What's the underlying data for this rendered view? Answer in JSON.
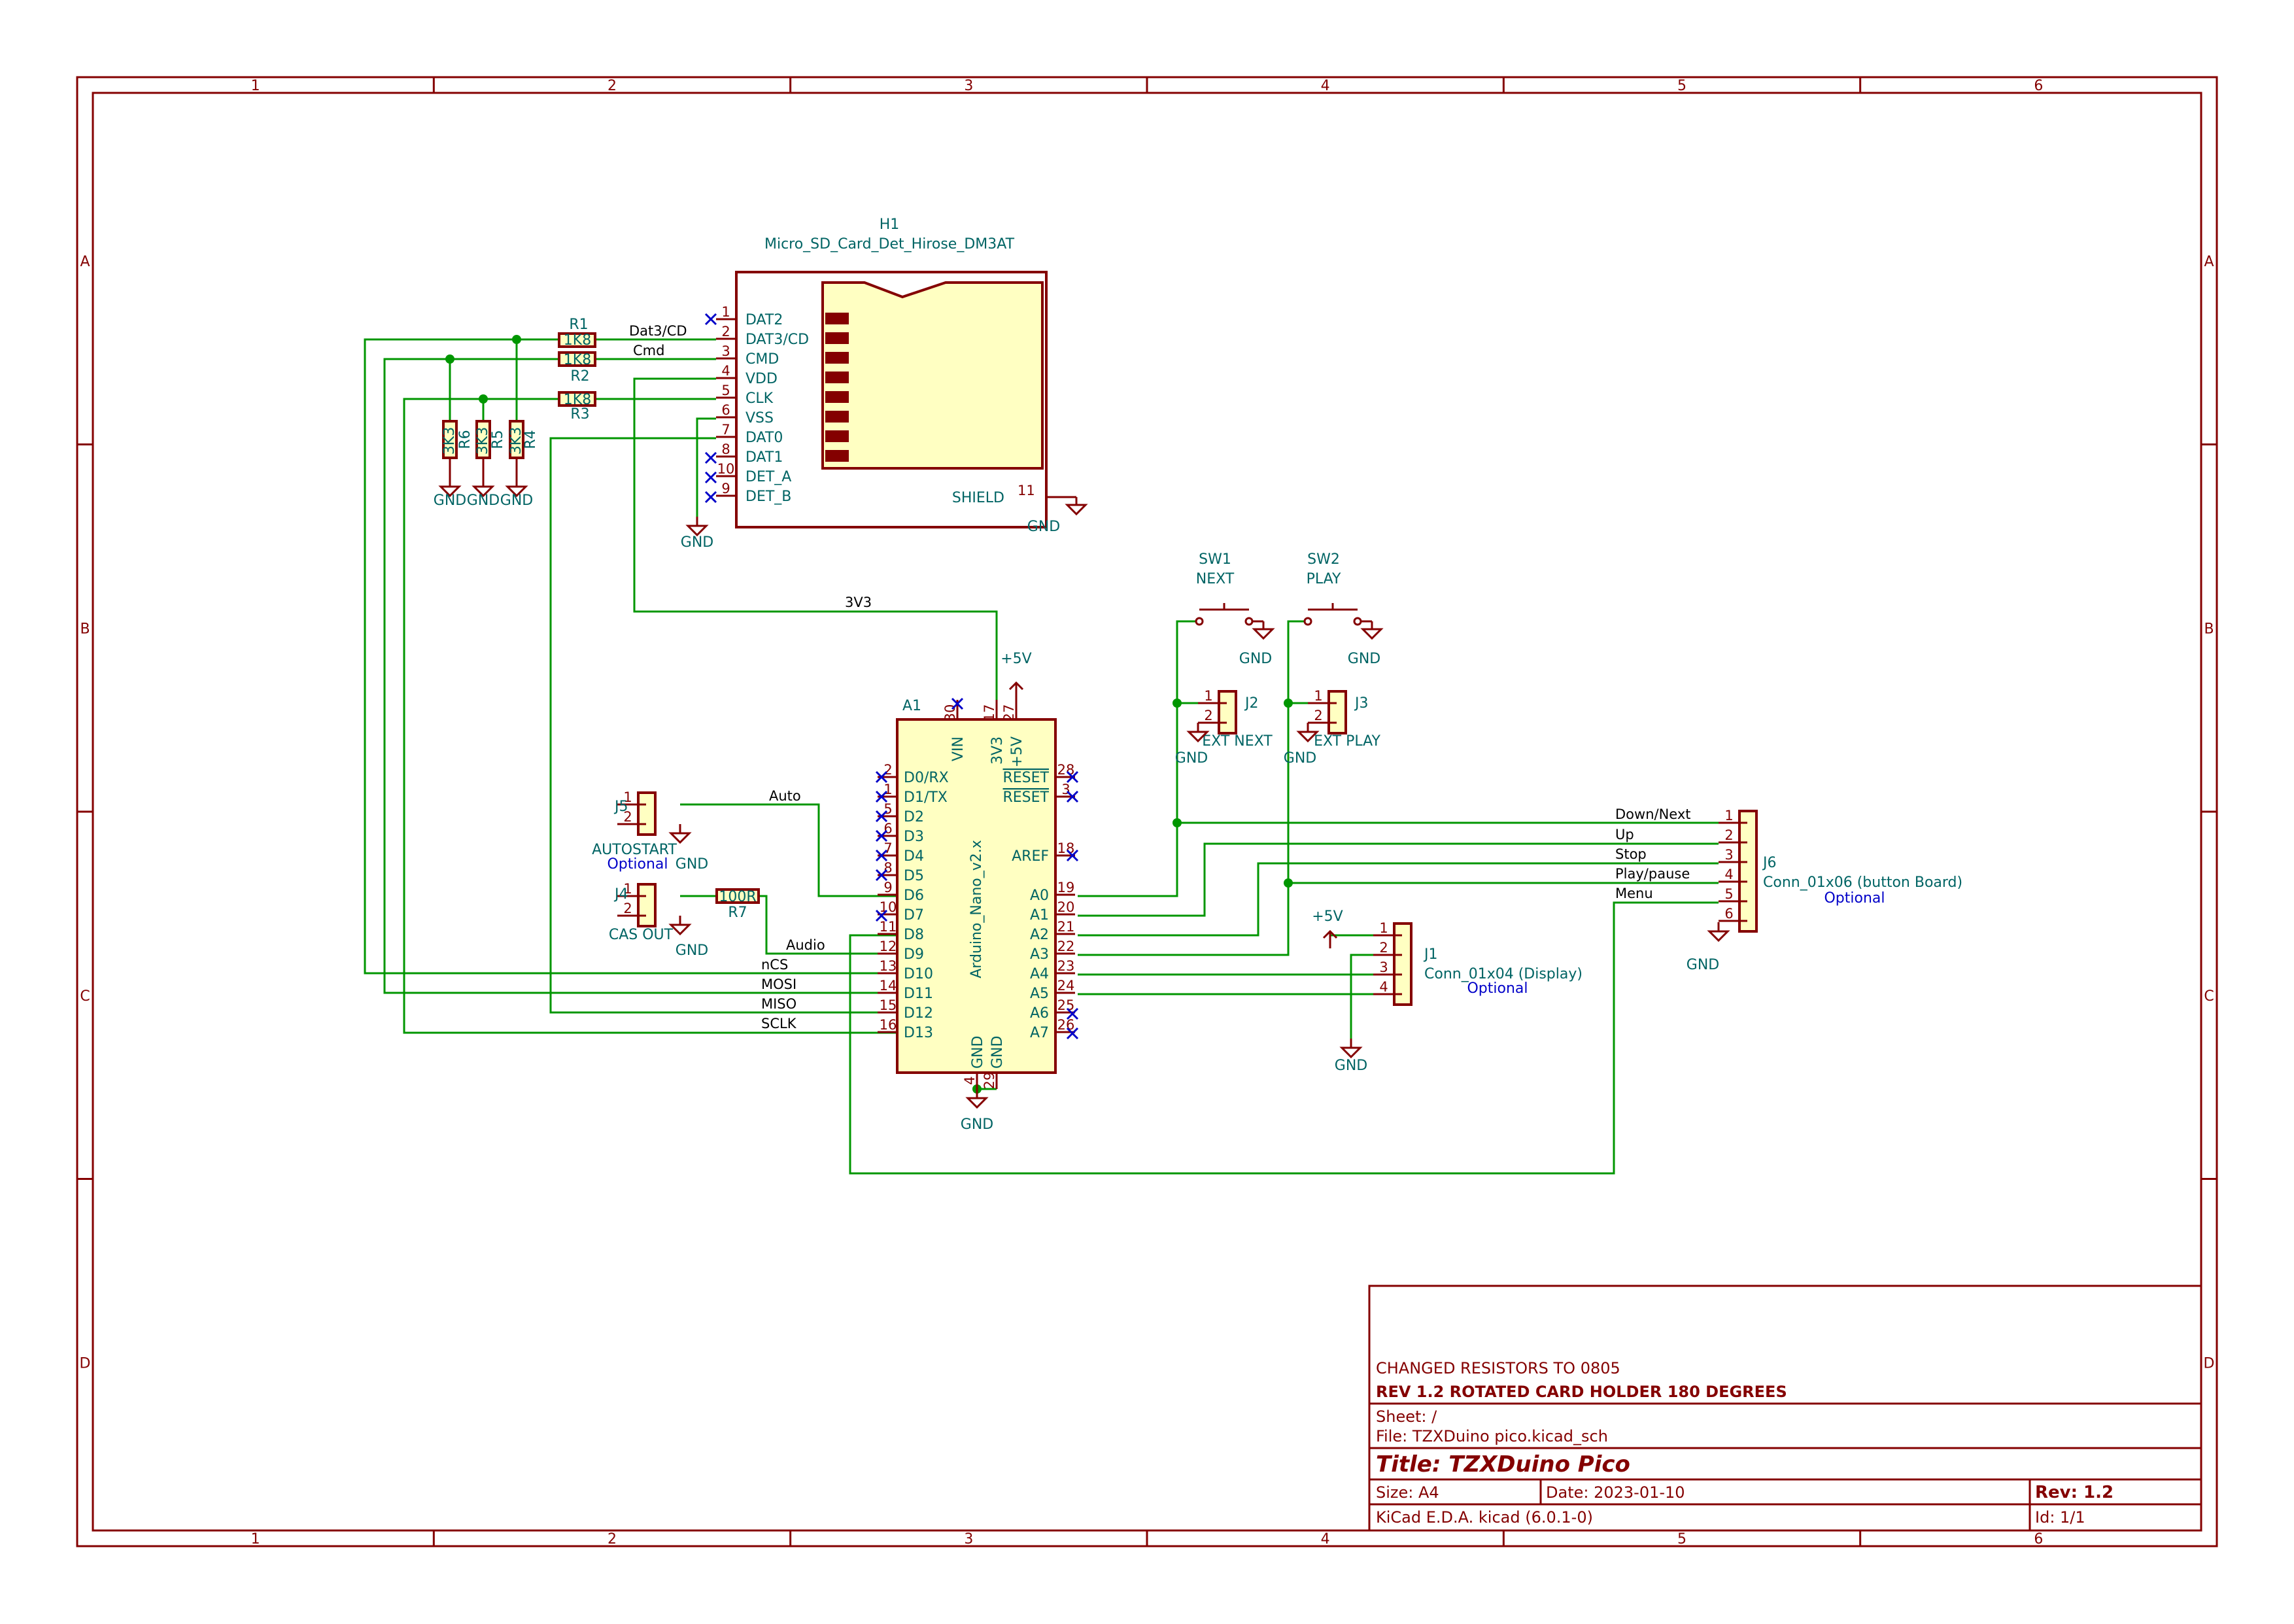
{
  "frame": {
    "columns": [
      "1",
      "2",
      "3",
      "4",
      "5",
      "6"
    ],
    "rows": [
      "A",
      "B",
      "C",
      "D"
    ]
  },
  "components": {
    "h1": {
      "ref": "H1",
      "value": "Micro_SD_Card_Det_Hirose_DM3AT",
      "pins": [
        {
          "num": "1",
          "name": "DAT2"
        },
        {
          "num": "2",
          "name": "DAT3/CD"
        },
        {
          "num": "3",
          "name": "CMD"
        },
        {
          "num": "4",
          "name": "VDD"
        },
        {
          "num": "5",
          "name": "CLK"
        },
        {
          "num": "6",
          "name": "VSS"
        },
        {
          "num": "7",
          "name": "DAT0"
        },
        {
          "num": "8",
          "name": "DAT1"
        },
        {
          "num": "10",
          "name": "DET_A"
        },
        {
          "num": "9",
          "name": "DET_B"
        }
      ],
      "shield": {
        "num": "11",
        "name": "SHIELD"
      }
    },
    "r1": {
      "ref": "R1",
      "value": "1K8"
    },
    "r2": {
      "ref": "R2",
      "value": "1K8"
    },
    "r3": {
      "ref": "R3",
      "value": "1K8"
    },
    "r4": {
      "ref": "R4",
      "value": "3K3"
    },
    "r5": {
      "ref": "R5",
      "value": "3K3"
    },
    "r6": {
      "ref": "R6",
      "value": "3K3"
    },
    "r7": {
      "ref": "R7",
      "value": "100R"
    },
    "a1": {
      "ref": "A1",
      "value": "Arduino_Nano_v2.x",
      "top_pins": [
        {
          "num": "30",
          "name": "VIN"
        },
        {
          "num": "17",
          "name": "3V3"
        },
        {
          "num": "27",
          "name": "+5V"
        }
      ],
      "bottom_pins": [
        {
          "num": "4",
          "name": "GND"
        },
        {
          "num": "29",
          "name": "GND"
        }
      ],
      "left_pins": [
        {
          "num": "2",
          "name": "D0/RX"
        },
        {
          "num": "1",
          "name": "D1/TX"
        },
        {
          "num": "5",
          "name": "D2"
        },
        {
          "num": "6",
          "name": "D3"
        },
        {
          "num": "7",
          "name": "D4"
        },
        {
          "num": "8",
          "name": "D5"
        },
        {
          "num": "9",
          "name": "D6"
        },
        {
          "num": "10",
          "name": "D7"
        },
        {
          "num": "11",
          "name": "D8"
        },
        {
          "num": "12",
          "name": "D9"
        },
        {
          "num": "13",
          "name": "D10"
        },
        {
          "num": "14",
          "name": "D11"
        },
        {
          "num": "15",
          "name": "D12"
        },
        {
          "num": "16",
          "name": "D13"
        }
      ],
      "right_pins": [
        {
          "num": "28",
          "name": "RESET",
          "slot": 0
        },
        {
          "num": "3",
          "name": "RESET",
          "slot": 1
        },
        {
          "num": "18",
          "name": "AREF",
          "slot": 4
        },
        {
          "num": "19",
          "name": "A0",
          "slot": 6
        },
        {
          "num": "20",
          "name": "A1",
          "slot": 7
        },
        {
          "num": "21",
          "name": "A2",
          "slot": 8
        },
        {
          "num": "22",
          "name": "A3",
          "slot": 9
        },
        {
          "num": "23",
          "name": "A4",
          "slot": 10
        },
        {
          "num": "24",
          "name": "A5",
          "slot": 11
        },
        {
          "num": "25",
          "name": "A6",
          "slot": 12
        },
        {
          "num": "26",
          "name": "A7",
          "slot": 13
        }
      ]
    },
    "sw1": {
      "ref": "SW1",
      "value": "NEXT"
    },
    "sw2": {
      "ref": "SW2",
      "value": "PLAY"
    },
    "j2": {
      "ref": "J2",
      "value": "EXT NEXT",
      "pins": [
        "1",
        "2"
      ]
    },
    "j3": {
      "ref": "J3",
      "value": "EXT PLAY",
      "pins": [
        "1",
        "2"
      ]
    },
    "j5": {
      "ref": "J5",
      "value": "AUTOSTART",
      "note": "Optional",
      "pins": [
        "1",
        "2"
      ]
    },
    "j4": {
      "ref": "J4",
      "value": "CAS OUT",
      "pins": [
        "1",
        "2"
      ]
    },
    "j1": {
      "ref": "J1",
      "value": "Conn_01x04 (Display)",
      "note": "Optional",
      "pins": [
        "1",
        "2",
        "3",
        "4"
      ]
    },
    "j6": {
      "ref": "J6",
      "value": "Conn_01x06 (button Board)",
      "note": "Optional",
      "pins": [
        "1",
        "2",
        "3",
        "4",
        "5",
        "6"
      ]
    }
  },
  "power": {
    "gnd": "GND",
    "p5v": "+5V"
  },
  "nets": {
    "dat3cd": "Dat3/CD",
    "cmd": "Cmd",
    "v3v3": "3V3",
    "auto": "Auto",
    "audio": "Audio",
    "ncs": "nCS",
    "mosi": "MOSI",
    "miso": "MISO",
    "sclk": "SCLK",
    "down_next": "Down/Next",
    "up": "Up",
    "stop": "Stop",
    "play_pause": "Play/pause",
    "menu": "Menu"
  },
  "title_block": {
    "comment1": "CHANGED RESISTORS TO 0805",
    "comment2": "REV 1.2 ROTATED CARD HOLDER 180 DEGREES",
    "sheet": "Sheet: /",
    "file": "File: TZXDuino pico.kicad_sch",
    "title": "Title: TZXDuino Pico",
    "size": "Size: A4",
    "date": "Date: 2023-01-10",
    "rev": "Rev: 1.2",
    "tool": "KiCad E.D.A.  kicad (6.0.1-0)",
    "id": "Id: 1/1"
  },
  "colors": {
    "frame": "#840000",
    "wire": "#009600",
    "component_fill": "#ffffc2",
    "text": "#006464",
    "no_connect": "#0000c8"
  }
}
